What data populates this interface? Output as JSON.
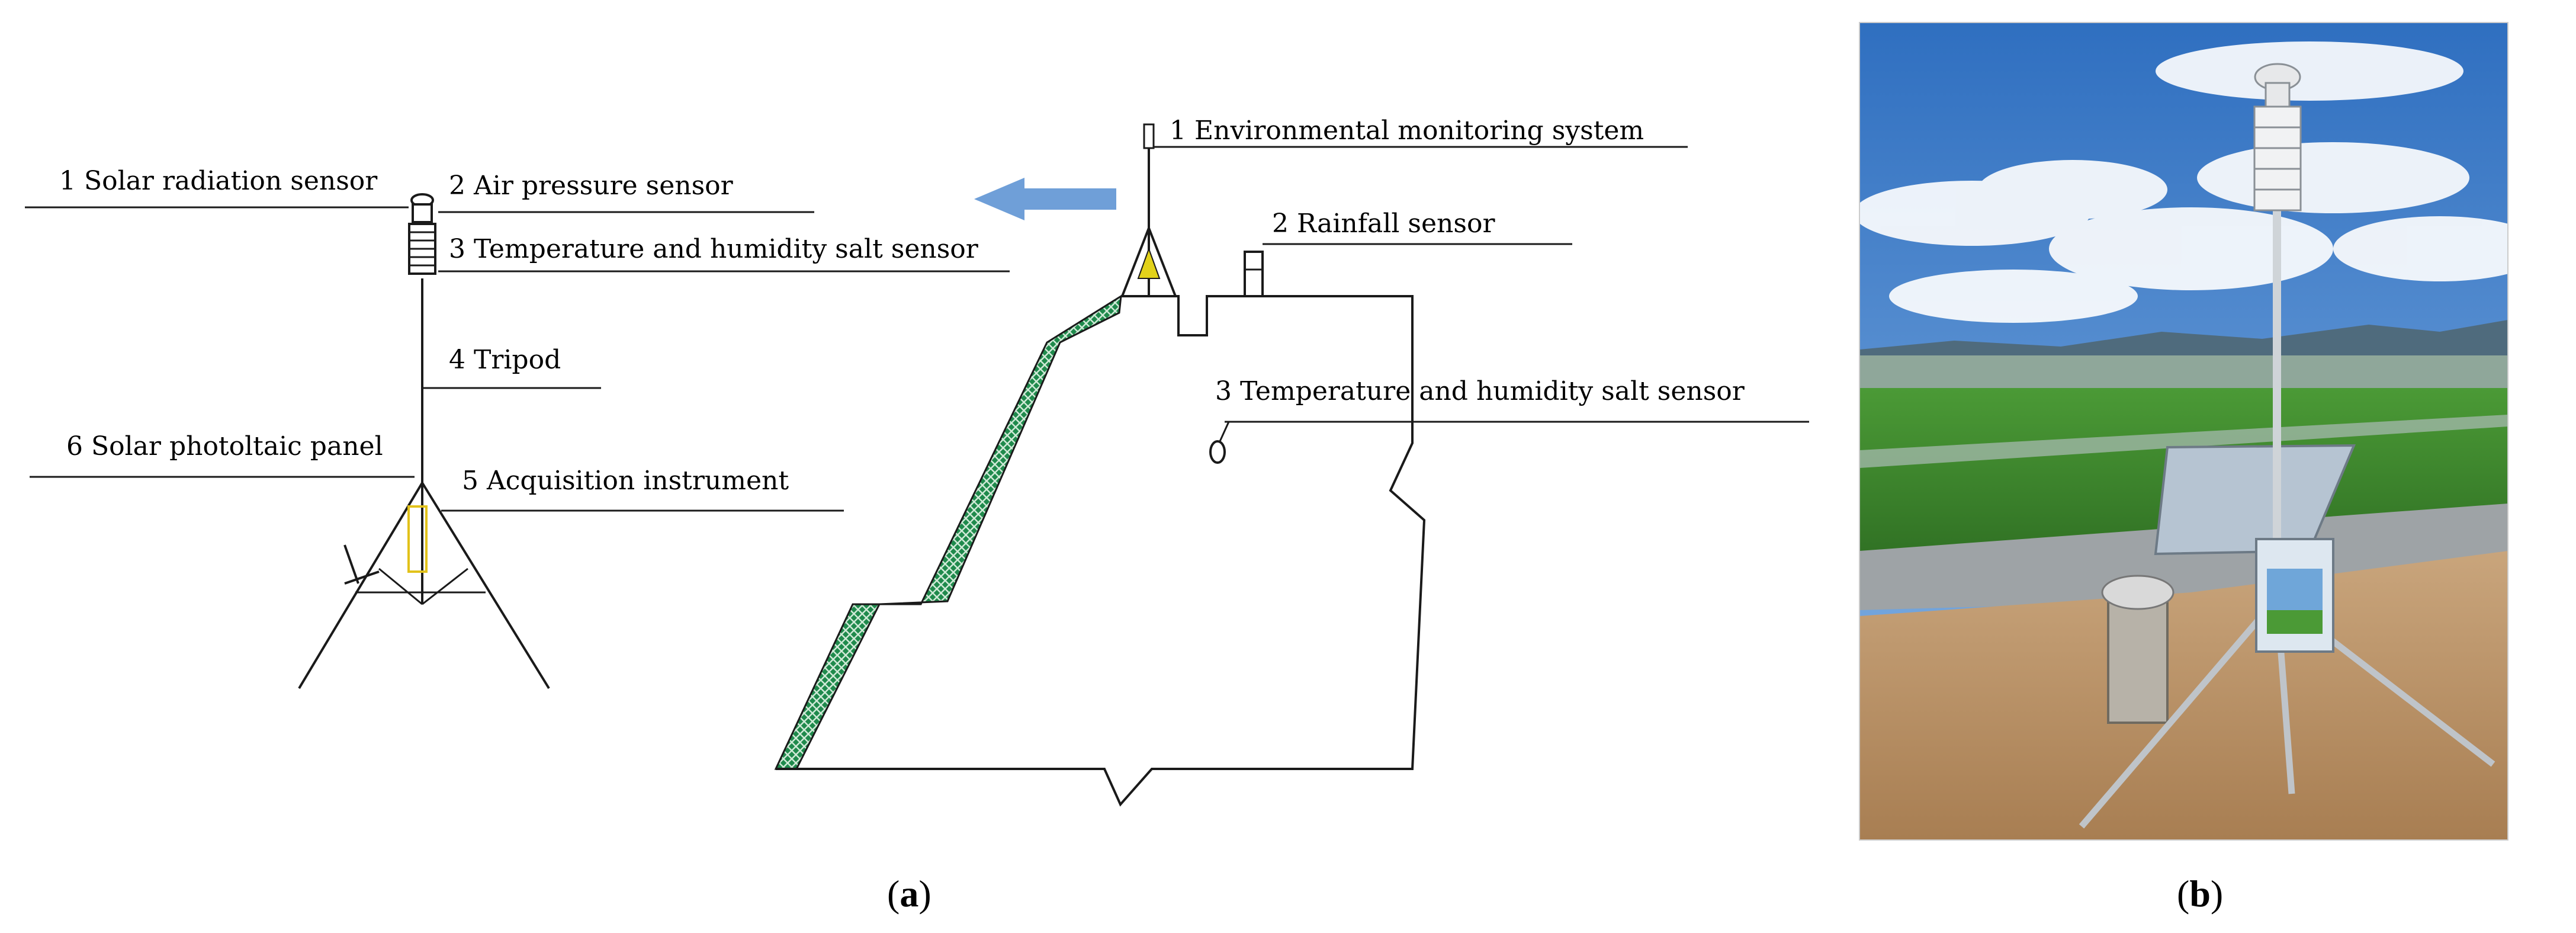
{
  "panel_a": {
    "station": {
      "labels": [
        "1 Solar radiation sensor",
        "2 Air pressure sensor",
        "3 Temperature and humidity salt sensor",
        "4 Tripod",
        "5 Acquisition instrument",
        "6 Solar photoltaic panel"
      ]
    },
    "slope": {
      "labels": [
        "1 Environmental monitoring system",
        "2 Rainfall sensor",
        "3 Temperature and humidity salt sensor"
      ]
    },
    "caption": {
      "open": "(",
      "letter": "a",
      "close": ")"
    }
  },
  "panel_b": {
    "caption": {
      "open": "(",
      "letter": "b",
      "close": ")"
    }
  },
  "colors": {
    "arrow": "#6f9fd8",
    "slope_fill": "#1f8a4c",
    "sky": "#4a86cf",
    "field": "#3f8a2a",
    "soil": "#b48a5e",
    "enclosure": "#dde7f0",
    "panel": "#b6c4d2"
  }
}
